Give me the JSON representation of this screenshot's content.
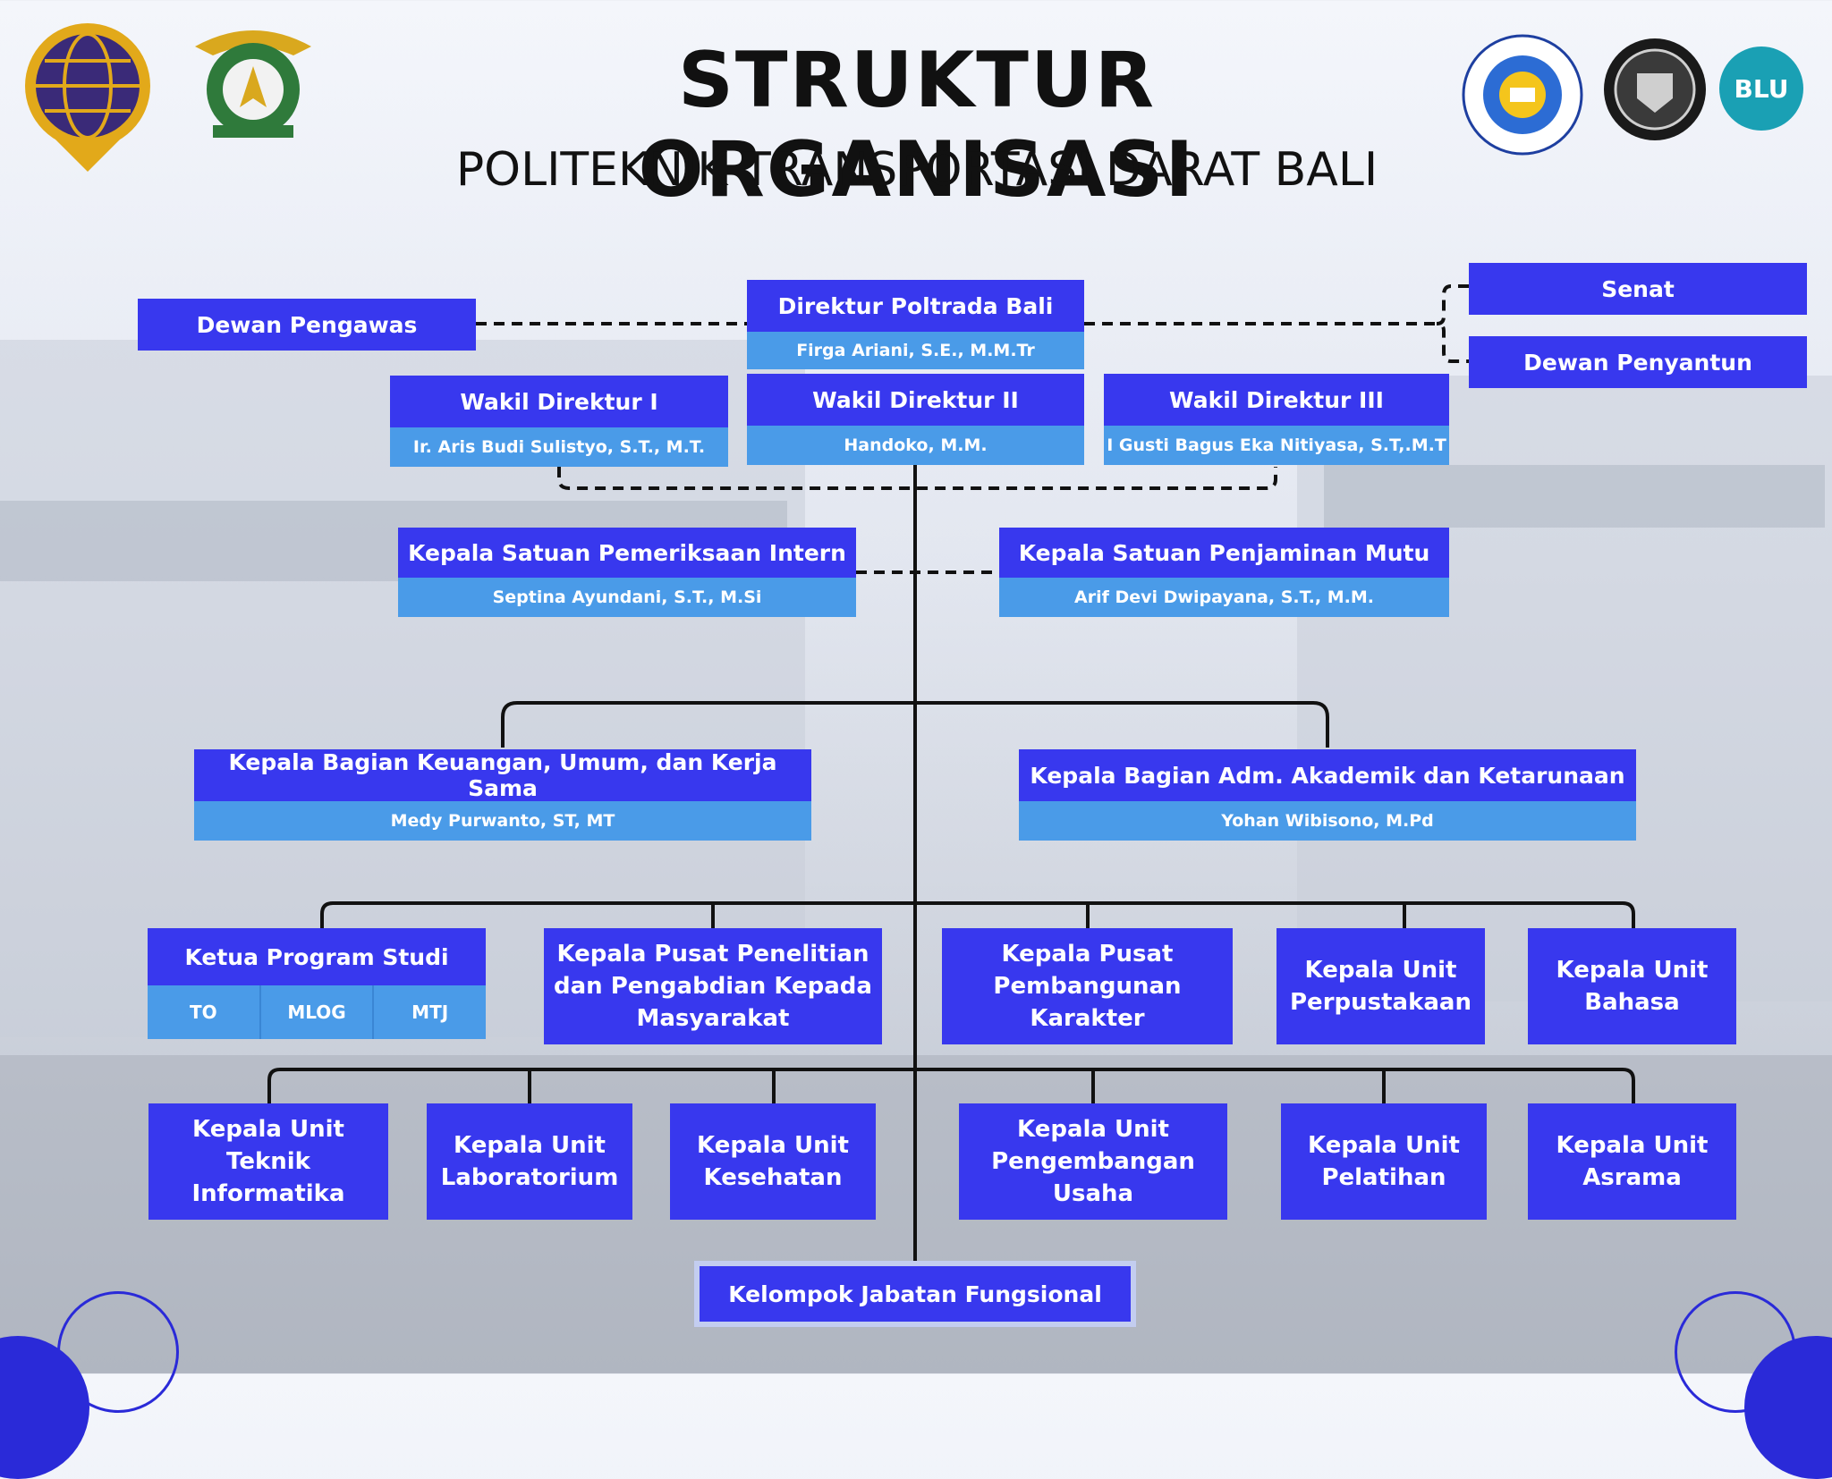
{
  "header": {
    "title": "STRUKTUR ORGANISASI",
    "subtitle": "POLITEKNIK TRANSPORTASI DARAT BALI"
  },
  "logos": {
    "left": [
      "kemenhub-globe-logo",
      "wings-emblem-logo"
    ],
    "right": [
      "poltrada-gear-logo",
      "wbk-zona-integritas-logo",
      "blu-speed-logo"
    ],
    "blu_text": "BLU"
  },
  "top": {
    "direktur": {
      "title": "Direktur Poltrada Bali",
      "name": "Firga Ariani, S.E., M.M.Tr"
    },
    "dewan_pengawas": "Dewan Pengawas",
    "senat": "Senat",
    "dewan_penyantun": "Dewan Penyantun"
  },
  "wakil": [
    {
      "title": "Wakil Direktur I",
      "name": "Ir. Aris Budi Sulistyo, S.T., M.T."
    },
    {
      "title": "Wakil Direktur II",
      "name": "Handoko, M.M."
    },
    {
      "title": "Wakil Direktur III",
      "name": "I Gusti Bagus Eka Nitiyasa, S.T,.M.T"
    }
  ],
  "satuan": [
    {
      "title": "Kepala Satuan Pemeriksaan Intern",
      "name": "Septina Ayundani, S.T., M.Si"
    },
    {
      "title": "Kepala Satuan Penjaminan Mutu",
      "name": "Arif Devi Dwipayana, S.T., M.M."
    }
  ],
  "bagian": [
    {
      "title": "Kepala Bagian Keuangan, Umum, dan Kerja Sama",
      "name": "Medy Purwanto, ST, MT"
    },
    {
      "title": "Kepala Bagian Adm. Akademik dan Ketarunaan",
      "name": "Yohan Wibisono, M.Pd"
    }
  ],
  "row3": {
    "prodi": {
      "title": "Ketua Program Studi",
      "items": [
        "TO",
        "MLOG",
        "MTJ"
      ]
    },
    "units": [
      "Kepala Pusat Penelitian\ndan Pengabdian Kepada\nMasyarakat",
      "Kepala Pusat\nPembangunan\nKarakter",
      "Kepala Unit\nPerpustakaan",
      "Kepala Unit\nBahasa"
    ]
  },
  "row4": [
    "Kepala Unit Teknik\nInformatika",
    "Kepala Unit\nLaboratorium",
    "Kepala Unit\nKesehatan",
    "Kepala Unit\nPengembangan\nUsaha",
    "Kepala Unit\nPelatihan",
    "Kepala Unit\nAsrama"
  ],
  "fungsional": "Kelompok Jabatan Fungsional",
  "colors": {
    "header_blue": "#3838ee",
    "sub_blue": "#4a9be8",
    "line": "#111111"
  }
}
